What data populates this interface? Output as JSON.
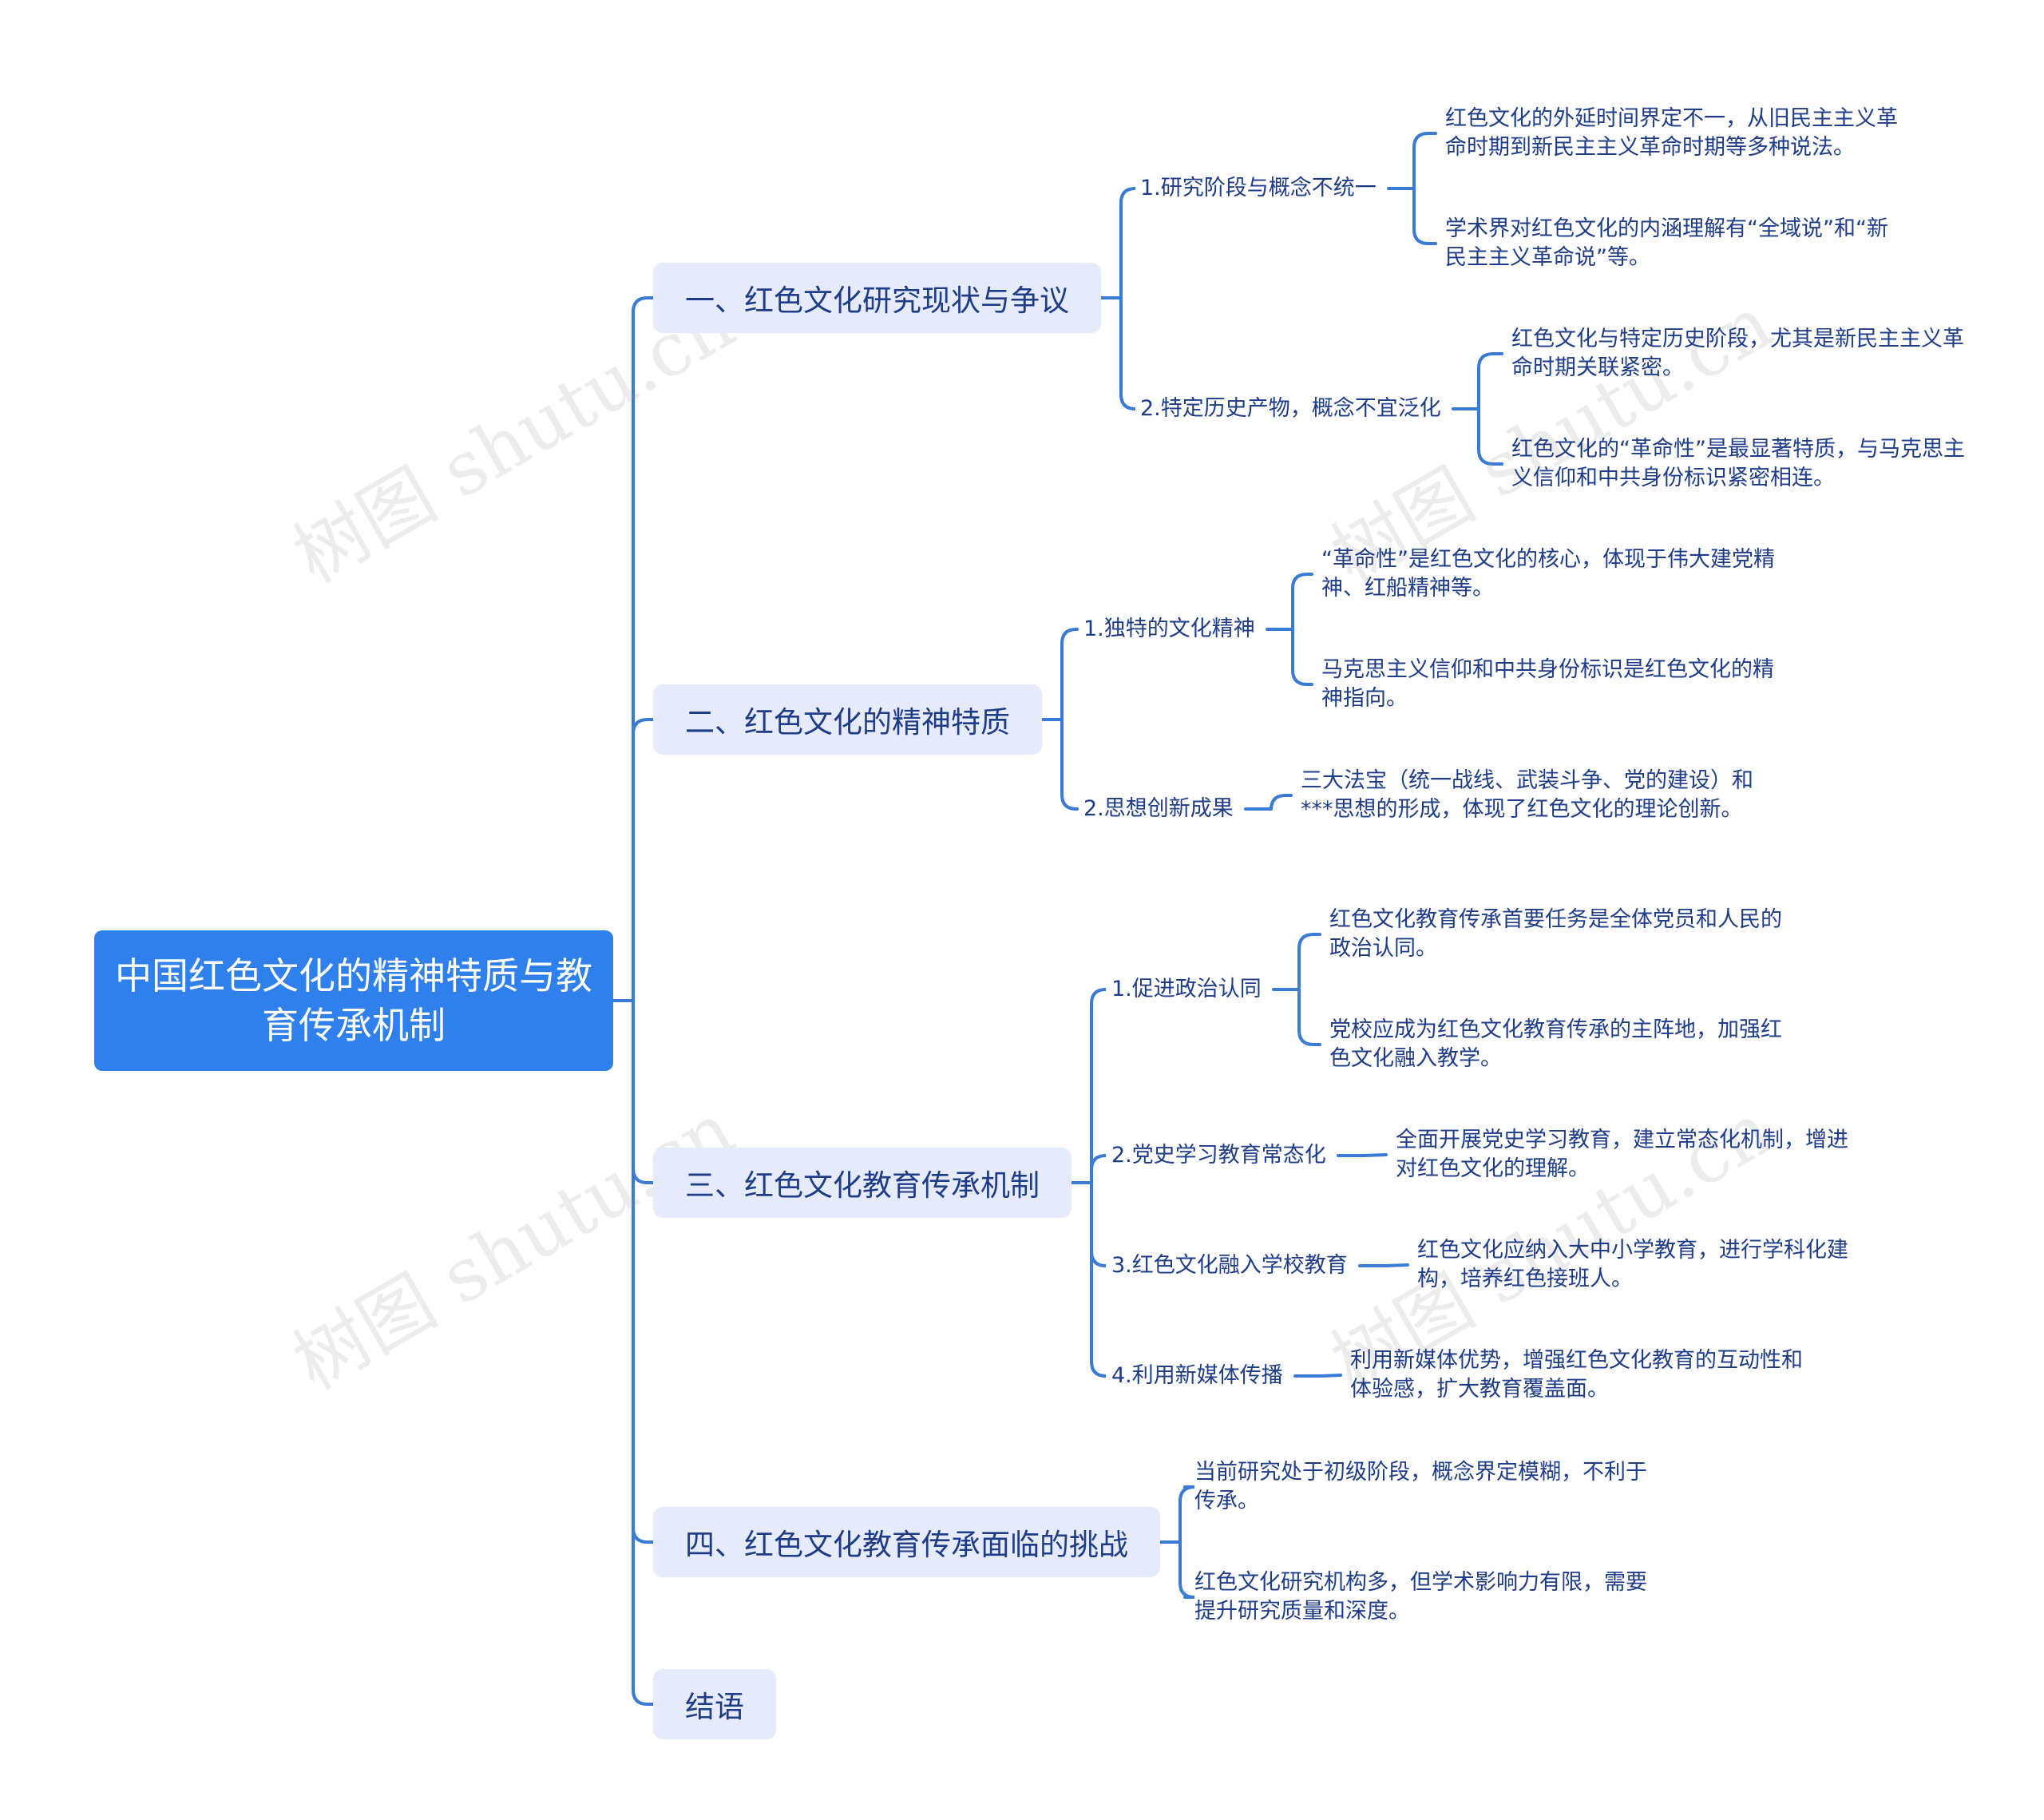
{
  "root": "中国红色文化的精神特质与教育传承机制",
  "watermark": "树图 shutu.cn",
  "colors": {
    "root_bg": "#2f80ed",
    "branch_bg": "#e6ebfb",
    "text": "#1f3c88",
    "line": "#3a7bd5"
  },
  "branches": [
    {
      "label": "一、红色文化研究现状与争议",
      "subs": [
        {
          "label": "1.研究阶段与概念不统一",
          "leaves": [
            "红色文化的外延时间界定不一，从旧民主主义革命时期到新民主主义革命时期等多种说法。",
            "学术界对红色文化的内涵理解有“全域说”和“新民主主义革命说”等。"
          ]
        },
        {
          "label": "2.特定历史产物，概念不宜泛化",
          "leaves": [
            "红色文化与特定历史阶段，尤其是新民主主义革命时期关联紧密。",
            "红色文化的“革命性”是最显著特质，与马克思主义信仰和中共身份标识紧密相连。"
          ]
        }
      ]
    },
    {
      "label": "二、红色文化的精神特质",
      "subs": [
        {
          "label": "1.独特的文化精神",
          "leaves": [
            "“革命性”是红色文化的核心，体现于伟大建党精神、红船精神等。",
            "马克思主义信仰和中共身份标识是红色文化的精神指向。"
          ]
        },
        {
          "label": "2.思想创新成果",
          "leaves": [
            "三大法宝（统一战线、武装斗争、党的建设）和***思想的形成，体现了红色文化的理论创新。"
          ]
        }
      ]
    },
    {
      "label": "三、红色文化教育传承机制",
      "subs": [
        {
          "label": "1.促进政治认同",
          "leaves": [
            "红色文化教育传承首要任务是全体党员和人民的政治认同。",
            "党校应成为红色文化教育传承的主阵地，加强红色文化融入教学。"
          ]
        },
        {
          "label": "2.党史学习教育常态化",
          "leaves": [
            "全面开展党史学习教育，建立常态化机制，增进对红色文化的理解。"
          ]
        },
        {
          "label": "3.红色文化融入学校教育",
          "leaves": [
            "红色文化应纳入大中小学教育，进行学科化建构，培养红色接班人。"
          ]
        },
        {
          "label": "4.利用新媒体传播",
          "leaves": [
            "利用新媒体优势，增强红色文化教育的互动性和体验感，扩大教育覆盖面。"
          ]
        }
      ]
    },
    {
      "label": "四、红色文化教育传承面临的挑战",
      "subs": [],
      "leaves": [
        "当前研究处于初级阶段，概念界定模糊，不利于传承。",
        "红色文化研究机构多，但学术影响力有限，需要提升研究质量和深度。"
      ]
    },
    {
      "label": "结语",
      "subs": []
    }
  ]
}
